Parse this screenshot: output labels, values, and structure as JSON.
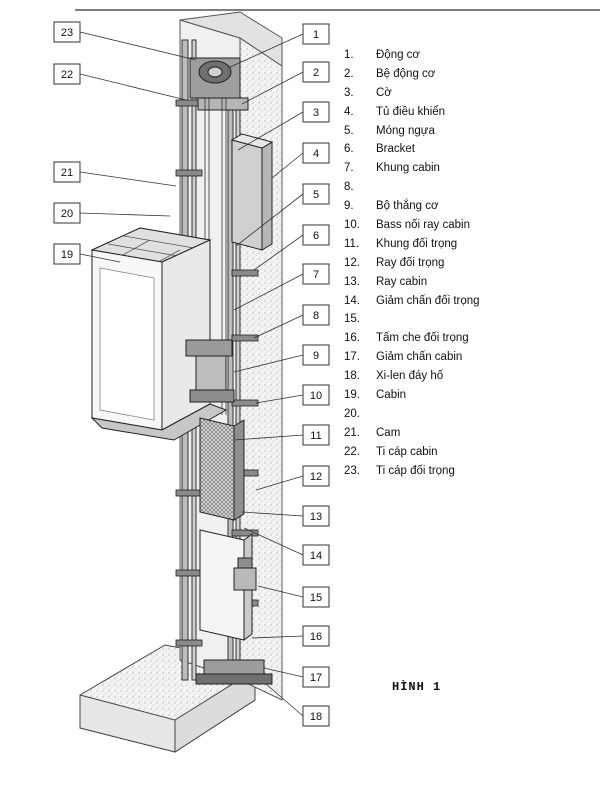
{
  "figure_label": "HÌNH 1",
  "callout_numbers": [
    "1",
    "2",
    "3",
    "4",
    "5",
    "6",
    "7",
    "8",
    "9",
    "10",
    "11",
    "12",
    "13",
    "14",
    "15",
    "16",
    "17",
    "18",
    "19",
    "20",
    "21",
    "22",
    "23"
  ],
  "legend": [
    {
      "num": "1.",
      "text": "Động cơ"
    },
    {
      "num": "2.",
      "text": "Bệ động cơ"
    },
    {
      "num": "3.",
      "text": "Cờ"
    },
    {
      "num": "4.",
      "text": "Tủ điều khiển"
    },
    {
      "num": "5.",
      "text": "Móng ngựa"
    },
    {
      "num": "6.",
      "text": "Bracket"
    },
    {
      "num": "7.",
      "text": "Khung cabin"
    },
    {
      "num": "8.",
      "text": ""
    },
    {
      "num": "9.",
      "text": "Bộ thắng cơ"
    },
    {
      "num": "10.",
      "text": "Bass nối ray cabin"
    },
    {
      "num": "11.",
      "text": "Khung đối trọng"
    },
    {
      "num": "12.",
      "text": "Ray đối trọng"
    },
    {
      "num": "13.",
      "text": "Ray cabin"
    },
    {
      "num": "14.",
      "text": "Giảm chấn đối trọng"
    },
    {
      "num": "15.",
      "text": ""
    },
    {
      "num": "16.",
      "text": "Tấm che đối trọng"
    },
    {
      "num": "17.",
      "text": "Giảm chấn cabin"
    },
    {
      "num": "18.",
      "text": "Xi-len đáy hố"
    },
    {
      "num": "19.",
      "text": "Cabin"
    },
    {
      "num": "20.",
      "text": ""
    },
    {
      "num": "21.",
      "text": "Cam"
    },
    {
      "num": "22.",
      "text": "Ti cáp cabin"
    },
    {
      "num": "23.",
      "text": "Ti cáp đối trọng"
    }
  ]
}
